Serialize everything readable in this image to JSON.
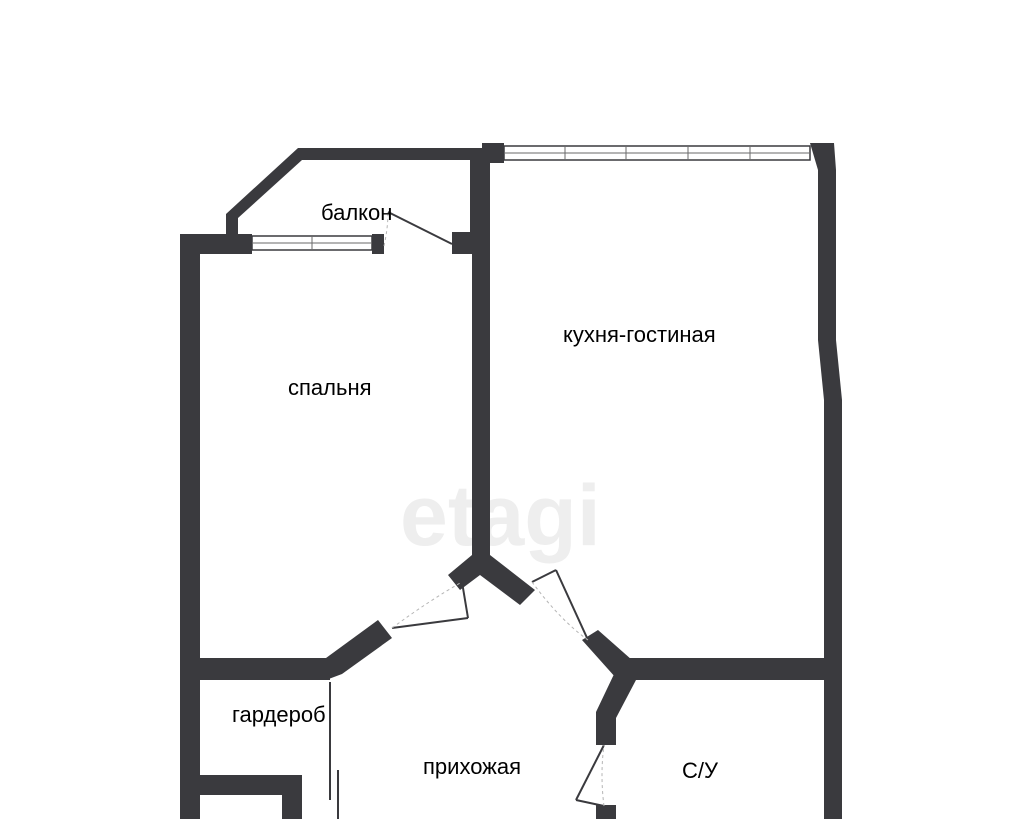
{
  "rooms": {
    "balcony": "балкон",
    "kitchen_living": "кухня-гостиная",
    "bedroom": "спальня",
    "wardrobe": "гардероб",
    "hallway": "прихожая",
    "bathroom": "С/У"
  },
  "watermark": "etagi",
  "colors": {
    "wall": "#3a3a3e",
    "background": "#ffffff"
  }
}
